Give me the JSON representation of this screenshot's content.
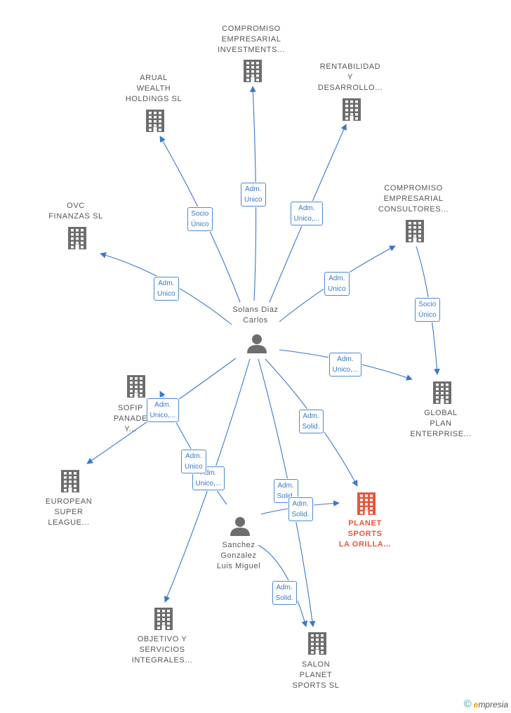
{
  "colors": {
    "edge": "#3a78c8",
    "company": "#6d6d6d",
    "focus": "#e8573a",
    "person": "#6d6d6d"
  },
  "nodes": [
    {
      "id": "compromiso_inv",
      "type": "company",
      "label": "COMPROMISO\nEMPRESARIAL\nINVESTMENTS..."
    },
    {
      "id": "arual",
      "type": "company",
      "label": "ARUAL\nWEALTH\nHOLDINGS  SL"
    },
    {
      "id": "rentabilidad",
      "type": "company",
      "label": "RENTABILIDAD\nY\nDESARROLLO..."
    },
    {
      "id": "ovc",
      "type": "company",
      "label": "OVC\nFINANZAS  SL"
    },
    {
      "id": "compromiso_cons",
      "type": "company",
      "label": "COMPROMISO\nEMPRESARIAL\nCONSULTORES..."
    },
    {
      "id": "solans",
      "type": "person",
      "label": "Solans Diaz\nCarlos"
    },
    {
      "id": "sofip",
      "type": "company",
      "label": "SOFIP\nPANADE\nY..."
    },
    {
      "id": "global",
      "type": "company",
      "label": "GLOBAL\nPLAN\nENTERPRISE..."
    },
    {
      "id": "european",
      "type": "company",
      "label": "EUROPEAN\nSUPER\nLEAGUE..."
    },
    {
      "id": "planet_orilla",
      "type": "focus",
      "label": "PLANET\nSPORTS\nLA ORILLA..."
    },
    {
      "id": "sanchez",
      "type": "person",
      "label": "Sanchez\nGonzalez\nLuis Miguel"
    },
    {
      "id": "objetivo",
      "type": "company",
      "label": "OBJETIVO Y\nSERVICIOS\nINTEGRALES..."
    },
    {
      "id": "salon",
      "type": "company",
      "label": "SALON\nPLANET\nSPORTS  SL"
    }
  ],
  "edges": [
    {
      "from": "solans",
      "to": "compromiso_inv",
      "label": "Adm.\nUnico"
    },
    {
      "from": "solans",
      "to": "arual",
      "label": "Socio\nÚnico"
    },
    {
      "from": "solans",
      "to": "rentabilidad",
      "label": "Adm.\nUnico,..."
    },
    {
      "from": "solans",
      "to": "ovc",
      "label": "Adm.\nUnico"
    },
    {
      "from": "solans",
      "to": "compromiso_cons",
      "label": "Adm.\nUnico"
    },
    {
      "from": "compromiso_cons",
      "to": "global",
      "label": "Socio\nÚnico"
    },
    {
      "from": "solans",
      "to": "global",
      "label": "Adm.\nUnico,..."
    },
    {
      "from": "solans",
      "to": "european",
      "label": "Adm.\nUnico,..."
    },
    {
      "from": "solans",
      "to": "planet_orilla",
      "label": "Adm.\nSolid."
    },
    {
      "from": "solans",
      "to": "objetivo",
      "label": "Adm.\nUnico,..."
    },
    {
      "from": "solans",
      "to": "salon",
      "label": "Adm.\nSolid."
    },
    {
      "from": "sanchez",
      "to": "sofip",
      "label": "Adm.\nUnico"
    },
    {
      "from": "sanchez",
      "to": "planet_orilla",
      "label": "Adm.\nSolid."
    },
    {
      "from": "sanchez",
      "to": "salon",
      "label": "Adm.\nSolid."
    }
  ],
  "footer": {
    "copyright_symbol": "©",
    "brand_initial": "e",
    "brand_rest": "mpresia"
  }
}
